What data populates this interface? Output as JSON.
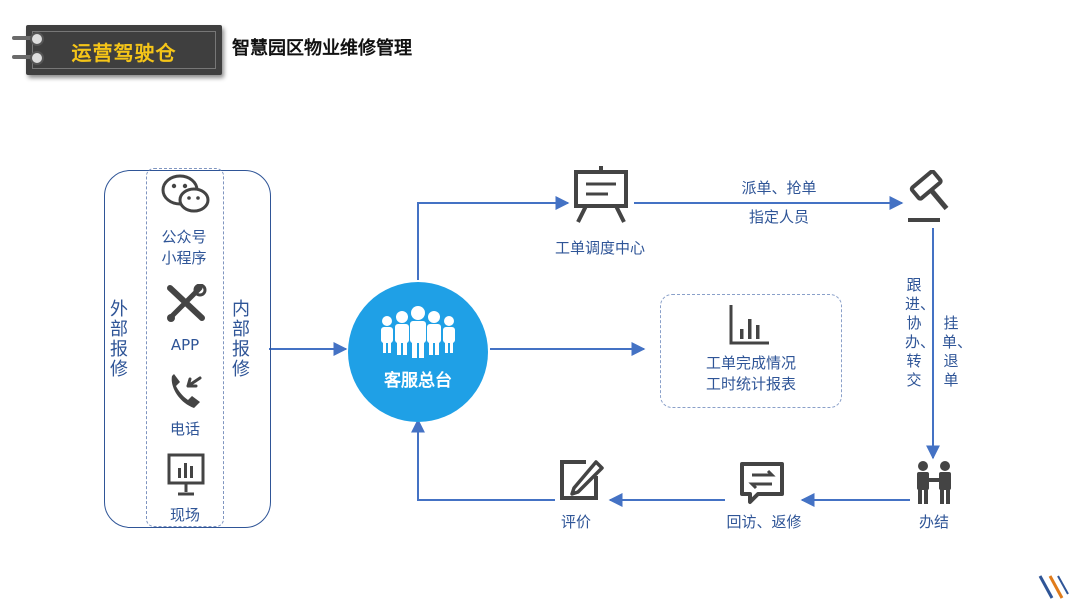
{
  "header": {
    "badge_label": "运营驾驶仓",
    "page_title": "智慧园区物业维修管理"
  },
  "channels": {
    "external_label": "外部报修",
    "internal_label": "内部报修",
    "items": [
      {
        "icon": "wechat-icon",
        "label_line1": "公众号",
        "label_line2": "小程序"
      },
      {
        "icon": "tools-icon",
        "label_line1": "APP"
      },
      {
        "icon": "phone-icon",
        "label_line1": "电话"
      },
      {
        "icon": "onsite-board-icon",
        "label_line1": "现场"
      }
    ]
  },
  "hub": {
    "icon": "people-group-icon",
    "label": "客服总台"
  },
  "nodes": {
    "dispatch": {
      "icon": "board-icon",
      "label": "工单调度中心"
    },
    "handle": {
      "icon": "gavel-icon"
    },
    "complete": {
      "icon": "handshake-people-icon",
      "label": "办结"
    },
    "revisit": {
      "icon": "message-icon",
      "label": "回访、返修"
    },
    "evaluate": {
      "icon": "edit-icon",
      "label": "评价"
    },
    "report": {
      "icon": "bar-chart-icon",
      "line1": "工单完成情况",
      "line2": "工时统计报表"
    }
  },
  "edges": {
    "dispatch_to_handle_line1": "派单、抢单",
    "dispatch_to_handle_line2": "指定人员",
    "followup": "跟进、协办、转交",
    "hold_return": "挂单、退单"
  },
  "colors": {
    "accent": "#2f5597",
    "hub": "#1fa0e6",
    "badge_text": "#f5c518",
    "icon": "#444444"
  }
}
